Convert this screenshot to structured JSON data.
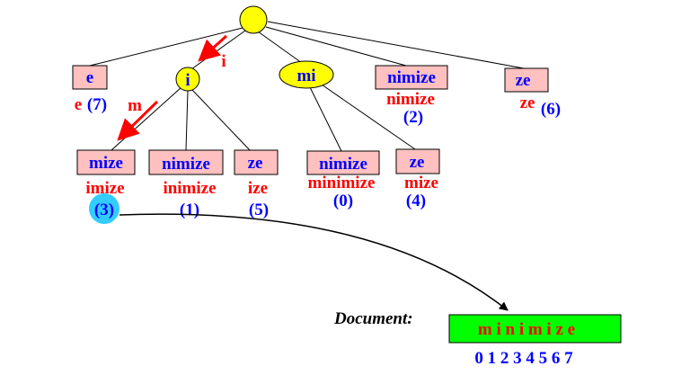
{
  "tree": {
    "root": {
      "label": ""
    },
    "level1": [
      {
        "id": "e",
        "label": "e",
        "suffix": "e",
        "position": "(7)",
        "shape": "box"
      },
      {
        "id": "i",
        "label": "i",
        "suffix": "",
        "position": "",
        "shape": "circle"
      },
      {
        "id": "mi",
        "label": "mi",
        "suffix": "",
        "position": "",
        "shape": "ellipse"
      },
      {
        "id": "nimize",
        "label": "nimize",
        "suffix": "nimize",
        "position": "(2)",
        "shape": "box"
      },
      {
        "id": "ze",
        "label": "ze",
        "suffix": "ze",
        "position": "(6)",
        "shape": "box"
      }
    ],
    "level2": [
      {
        "id": "i-mize",
        "parent": "i",
        "label": "mize",
        "suffix": "imize",
        "position": "(3)"
      },
      {
        "id": "i-nimize",
        "parent": "i",
        "label": "nimize",
        "suffix": "inimize",
        "position": "(1)"
      },
      {
        "id": "i-ze",
        "parent": "i",
        "label": "ze",
        "suffix": "ize",
        "position": "(5)"
      },
      {
        "id": "mi-nimize",
        "parent": "mi",
        "label": "nimize",
        "suffix": "minimize",
        "position": "(0)"
      },
      {
        "id": "mi-ze",
        "parent": "mi",
        "label": "ze",
        "suffix": "mize",
        "position": "(4)"
      }
    ],
    "path_labels": {
      "edge_i": "i",
      "edge_m": "m"
    },
    "highlighted_leaf": "i-mize"
  },
  "document": {
    "label": "Document:",
    "text": "m i n i m i z e",
    "indices": "0 1 2 3 4 5 6 7"
  },
  "colors": {
    "node_fill_yellow": "#ffff00",
    "box_fill_pink": "#ffc0c0",
    "label_blue": "#0000ff",
    "suffix_red": "#ff0000",
    "arrow_red": "#ff0000",
    "highlight_cyan": "#33ccff",
    "document_green": "#00ff00"
  }
}
